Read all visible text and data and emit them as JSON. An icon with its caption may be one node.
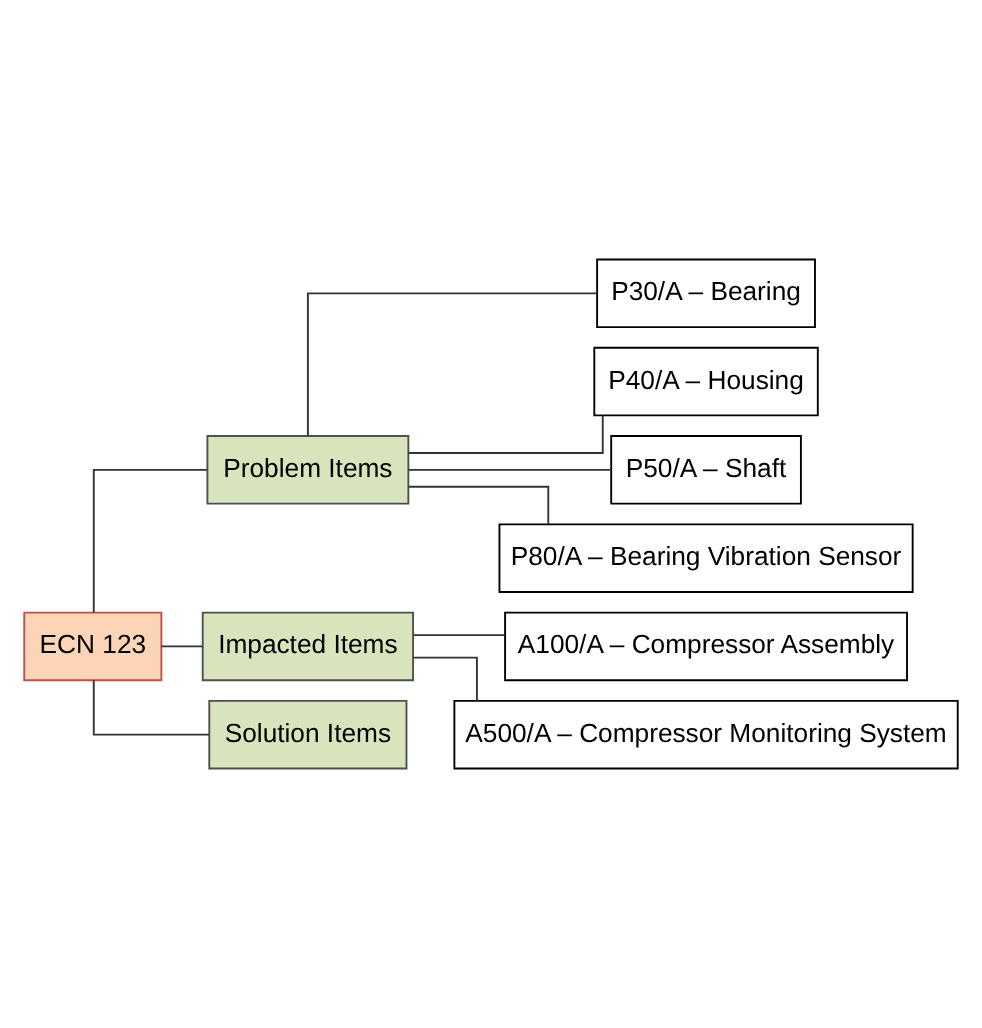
{
  "diagram": {
    "nodes": [
      {
        "text": [
          "ECN 123"
        ]
      },
      {
        "text": [
          "Problem Items"
        ]
      },
      {
        "text": [
          "P30/A – Bearing"
        ]
      },
      {
        "text": [
          "P40/A – Housing"
        ]
      },
      {
        "text": [
          "P50/A – Shaft"
        ]
      },
      {
        "text": [
          "P80/A – Bearing Vibration Sensor"
        ]
      },
      {
        "text": [
          "Impacted Items"
        ]
      },
      {
        "text": [
          "A100/A – Compressor Assembly"
        ]
      },
      {
        "text": [
          "A500/A – Compressor Monitoring System"
        ]
      },
      {
        "text": [
          "Solution Items"
        ]
      }
    ],
    "edges": [
      {
        "from": 0,
        "to": 1,
        "arrow": "none"
      },
      {
        "from": 1,
        "to": 2,
        "arrow": "none"
      },
      {
        "from": 1,
        "to": 3,
        "arrow": "none"
      },
      {
        "from": 1,
        "to": 4,
        "arrow": "none"
      },
      {
        "from": 1,
        "to": 5,
        "arrow": "none"
      },
      {
        "from": 0,
        "to": 6,
        "arrow": "none"
      },
      {
        "from": 6,
        "to": 7,
        "arrow": "none"
      },
      {
        "from": 6,
        "to": 8,
        "arrow": "none"
      },
      {
        "from": 0,
        "to": 9,
        "arrow": "none"
      }
    ]
  }
}
